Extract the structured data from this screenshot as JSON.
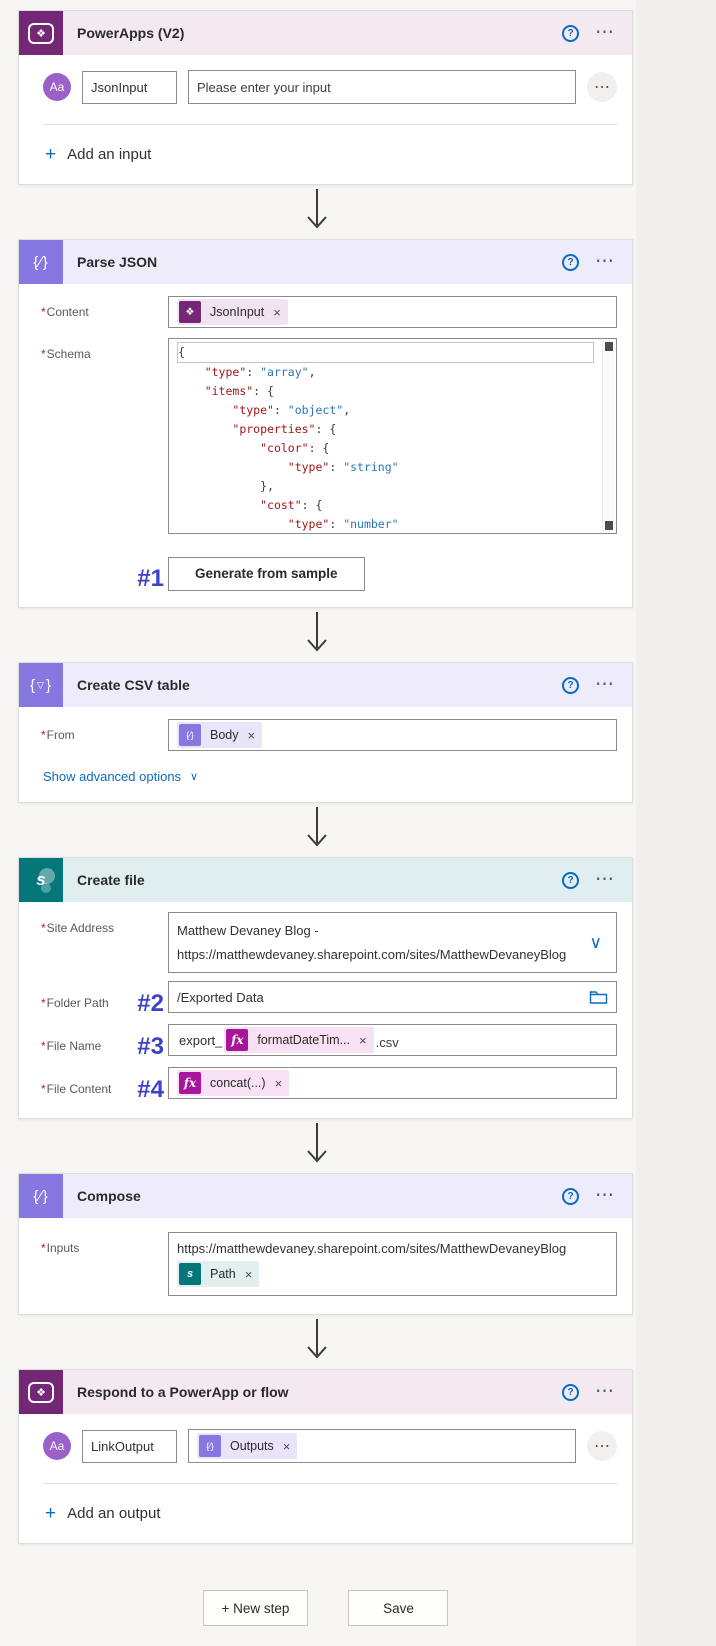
{
  "icons": {
    "help": "?",
    "ellipsis": "⋯",
    "more": "⋯",
    "close": "×",
    "plus": "+",
    "chevron_down": "∨",
    "required": "*",
    "aa": "Aa",
    "fx": "fx",
    "powerapps_glyph": "❖",
    "braces_slash": "{∕}",
    "brace_open": "{",
    "brace_close": "}",
    "csv_triangle": "▽",
    "sharepoint_letter": "s"
  },
  "cards": {
    "trigger": {
      "title": "PowerApps (V2)",
      "name_value": "JsonInput",
      "value_placeholder": "Please enter your input",
      "add_label": "Add an input"
    },
    "parse_json": {
      "title": "Parse JSON",
      "content_label": "Content",
      "content_token": "JsonInput",
      "schema_label": "Schema",
      "annotation": "#1",
      "generate_button": "Generate from sample",
      "schema_lines": [
        "{",
        "    \"type\": \"array\",",
        "    \"items\": {",
        "        \"type\": \"object\",",
        "        \"properties\": {",
        "            \"color\": {",
        "                \"type\": \"string\"",
        "            },",
        "            \"cost\": {",
        "                \"type\": \"number\""
      ]
    },
    "create_csv": {
      "title": "Create CSV table",
      "from_label": "From",
      "from_token": "Body",
      "advanced_label": "Show advanced options"
    },
    "create_file": {
      "title": "Create file",
      "site_label": "Site Address",
      "site_line1": "Matthew Devaney Blog -",
      "site_line2": "https://matthewdevaney.sharepoint.com/sites/MatthewDevaneyBlog",
      "folder_label": "Folder Path",
      "folder_annotation": "#2",
      "folder_value": "/Exported Data",
      "filename_label": "File Name",
      "filename_annotation": "#3",
      "filename_prefix": "export_",
      "filename_token": "formatDateTim...",
      "filename_suffix": ".csv",
      "filecontent_label": "File Content",
      "filecontent_annotation": "#4",
      "filecontent_token": "concat(...)"
    },
    "compose": {
      "title": "Compose",
      "inputs_label": "Inputs",
      "inputs_text": "https://matthewdevaney.sharepoint.com/sites/MatthewDevaneyBlog",
      "inputs_token": "Path"
    },
    "respond": {
      "title": "Respond to a PowerApp or flow",
      "name_value": "LinkOutput",
      "value_token": "Outputs",
      "add_label": "Add an output"
    }
  },
  "footer": {
    "new_step": "+ New step",
    "save": "Save"
  },
  "colors": {
    "powerapps_purple": "#742774",
    "action_purple": "#8678e0",
    "sharepoint_teal": "#05767a",
    "fx_magenta": "#a8159a",
    "annotation_blue": "#3a43ca",
    "link_blue": "#0b6bc2",
    "code_key": "#a31515",
    "code_value": "#2b74b8"
  }
}
